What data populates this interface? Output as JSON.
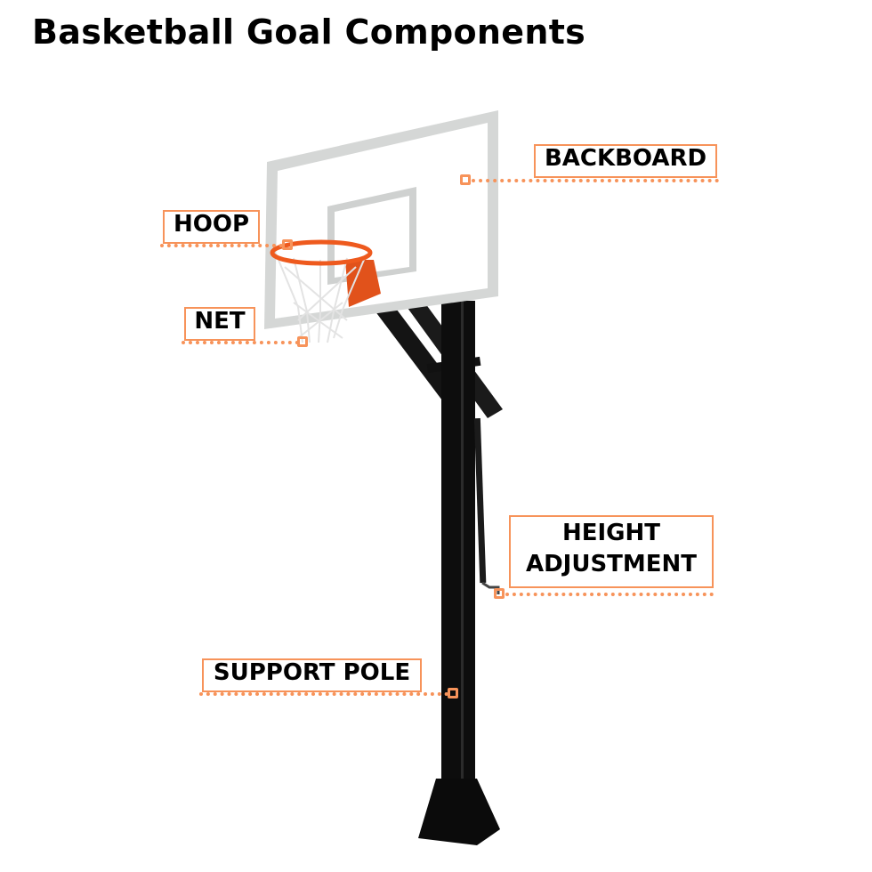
{
  "title": "Basketball Goal Components",
  "accent_color": "#f7935a",
  "labels": {
    "backboard": "BACKBOARD",
    "hoop": "HOOP",
    "net": "NET",
    "height_adjustment_line1": "HEIGHT",
    "height_adjustment_line2": "ADJUSTMENT",
    "support_pole": "SUPPORT POLE"
  },
  "components": [
    {
      "name": "Backboard",
      "marker": [
        523,
        202
      ]
    },
    {
      "name": "Hoop",
      "marker": [
        323,
        275
      ]
    },
    {
      "name": "Net",
      "marker": [
        340,
        385
      ]
    },
    {
      "name": "Height Adjustment",
      "marker": [
        561,
        667
      ]
    },
    {
      "name": "Support Pole",
      "marker": [
        509,
        779
      ]
    }
  ]
}
